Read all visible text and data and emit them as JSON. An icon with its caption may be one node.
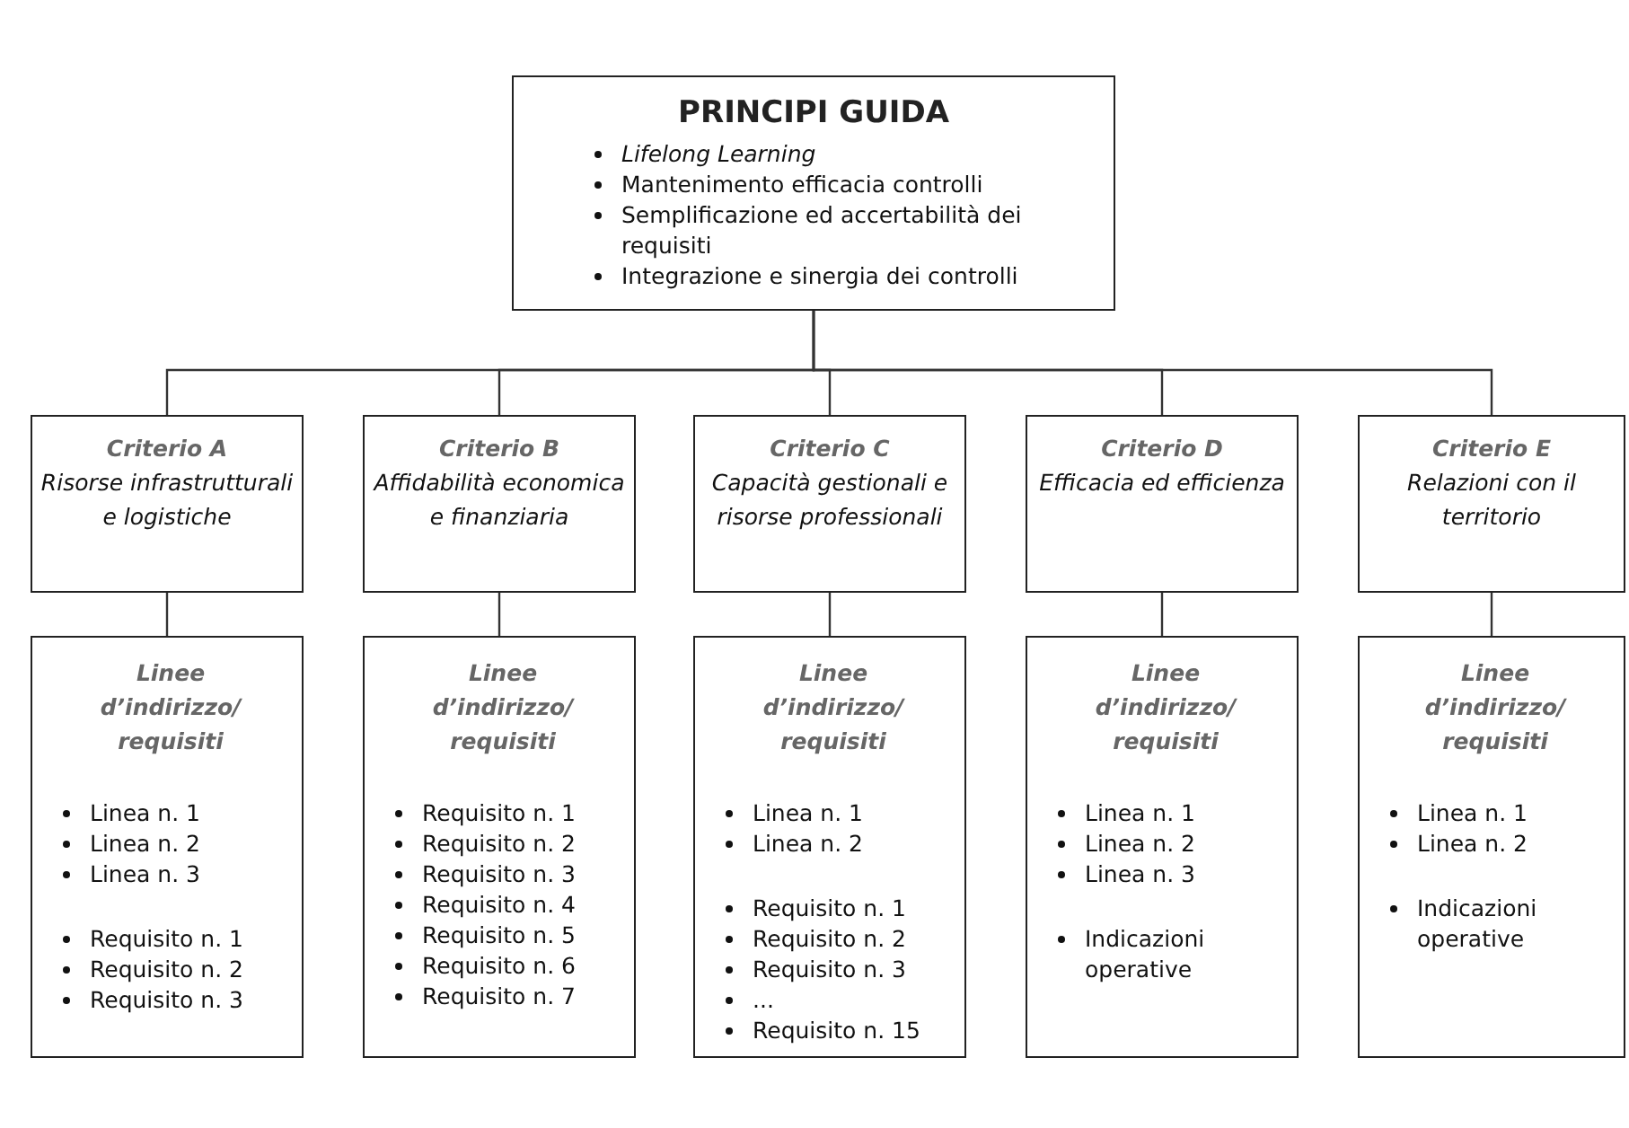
{
  "diagram": {
    "nodes": [
      {
        "text": [
          "PRINCIPI GUIDA",
          "*Lifelong Learning*",
          "Mantenimento efficacia controlli",
          "Semplificazione ed accertabilità dei requisiti",
          "Integrazione e sinergia dei controlli"
        ]
      },
      {
        "text": [
          "Criterio A",
          "Risorse infrastrutturali e logistiche"
        ]
      },
      {
        "text": [
          "Criterio B",
          "Affidabilità economica e finanziaria"
        ]
      },
      {
        "text": [
          "Criterio C",
          "Capacità gestionali e risorse professionali"
        ]
      },
      {
        "text": [
          "Criterio D",
          "Efficacia ed efficienza"
        ]
      },
      {
        "text": [
          "Criterio E",
          "Relazioni con il territorio"
        ]
      },
      {
        "text": [
          "Linee d’indirizzo/ requisiti",
          "Linea n. 1",
          "Linea n. 2",
          "Linea n. 3",
          "Requisito n. 1",
          "Requisito n. 2",
          "Requisito n. 3"
        ]
      },
      {
        "text": [
          "Linee d’indirizzo/ requisiti",
          "Requisito n. 1",
          "Requisito n. 2",
          "Requisito n. 3",
          "Requisito n. 4",
          "Requisito n. 5",
          "Requisito n. 6",
          "Requisito n. 7"
        ]
      },
      {
        "text": [
          "Linee d’indirizzo/ requisiti",
          "Linea n. 1",
          "Linea n. 2",
          "Requisito n. 1",
          "Requisito n. 2",
          "Requisito n. 3",
          "...",
          "Requisito n. 15"
        ]
      },
      {
        "text": [
          "Linee d’indirizzo/ requisiti",
          "Linea n. 1",
          "Linea n. 2",
          "Linea n. 3",
          "Indicazioni operative"
        ]
      },
      {
        "text": [
          "Linee d’indirizzo/ requisiti",
          "Linea n. 1",
          "Linea n. 2",
          "Indicazioni operative"
        ]
      }
    ],
    "edges": [
      {
        "from": 0,
        "to": 1,
        "arrow": "none"
      },
      {
        "from": 0,
        "to": 2,
        "arrow": "none"
      },
      {
        "from": 0,
        "to": 3,
        "arrow": "none"
      },
      {
        "from": 0,
        "to": 4,
        "arrow": "none"
      },
      {
        "from": 0,
        "to": 5,
        "arrow": "none"
      },
      {
        "from": 1,
        "to": 6,
        "arrow": "none"
      },
      {
        "from": 2,
        "to": 7,
        "arrow": "none"
      },
      {
        "from": 3,
        "to": 8,
        "arrow": "none"
      },
      {
        "from": 4,
        "to": 9,
        "arrow": "none"
      },
      {
        "from": 5,
        "to": 10,
        "arrow": "none"
      }
    ]
  }
}
